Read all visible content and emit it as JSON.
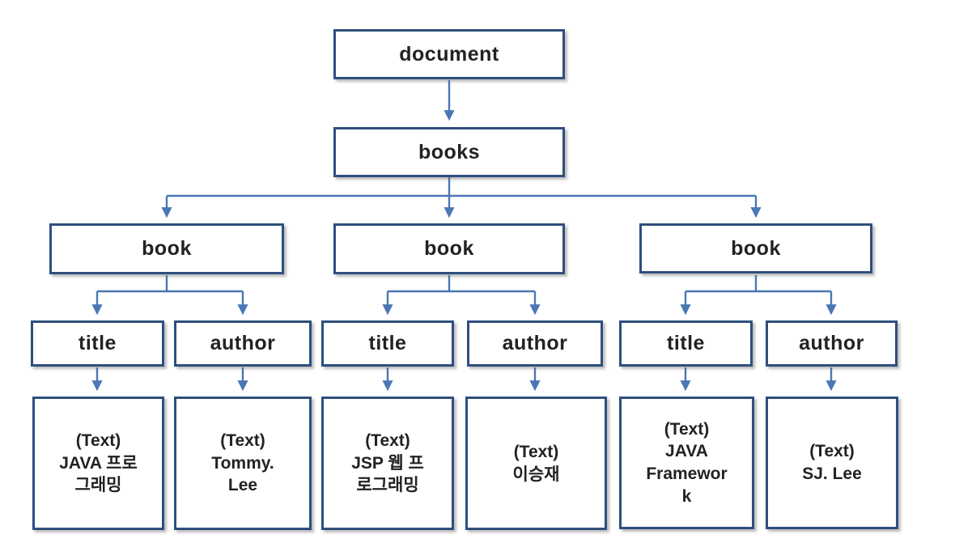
{
  "diagram": {
    "type": "tree",
    "colors": {
      "background": "#ffffff",
      "box_border": "#2e4f7e",
      "connector": "#4b77b5",
      "text": "#222222"
    },
    "root": {
      "label": "document"
    },
    "books": {
      "label": "books"
    },
    "groups": [
      {
        "book_label": "book",
        "title_label": "title",
        "author_label": "author",
        "title_text": "(Text)\nJAVA 프로\n그래밍",
        "author_text": "(Text)\nTommy.\nLee"
      },
      {
        "book_label": "book",
        "title_label": "title",
        "author_label": "author",
        "title_text": "(Text)\nJSP 웹 프\n로그래밍",
        "author_text": "(Text)\n이승재"
      },
      {
        "book_label": "book",
        "title_label": "title",
        "author_label": "author",
        "title_text": "(Text)\nJAVA\nFramewor\nk",
        "author_text": "(Text)\nSJ. Lee"
      }
    ]
  }
}
